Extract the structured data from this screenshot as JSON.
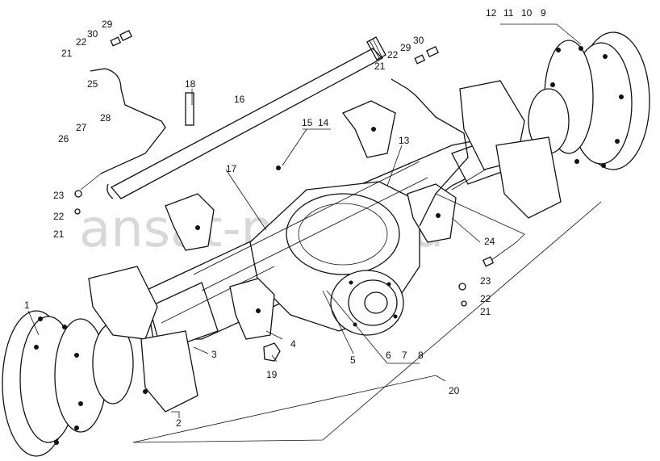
{
  "watermark": "ansat-parts.ru",
  "callouts": [
    "1",
    "2",
    "3",
    "4",
    "5",
    "6",
    "7",
    "8",
    "9",
    "10",
    "11",
    "12",
    "13",
    "14",
    "15",
    "16",
    "17",
    "18",
    "19",
    "20",
    "21",
    "22",
    "23",
    "24",
    "25",
    "26",
    "27",
    "28",
    "29",
    "30"
  ],
  "callout_groups": {
    "top_right": [
      "12",
      "11",
      "10",
      "9"
    ],
    "mid": [
      "15",
      "14"
    ],
    "bottom": [
      "6",
      "7",
      "8"
    ]
  },
  "duplicates": {
    "left_fitting": [
      "23",
      "22",
      "21"
    ],
    "right_fitting": [
      "23",
      "22",
      "21"
    ],
    "top_left_valve": [
      "29",
      "30",
      "22",
      "21",
      "25"
    ],
    "top_right_valve": [
      "30",
      "29",
      "22",
      "21"
    ]
  }
}
